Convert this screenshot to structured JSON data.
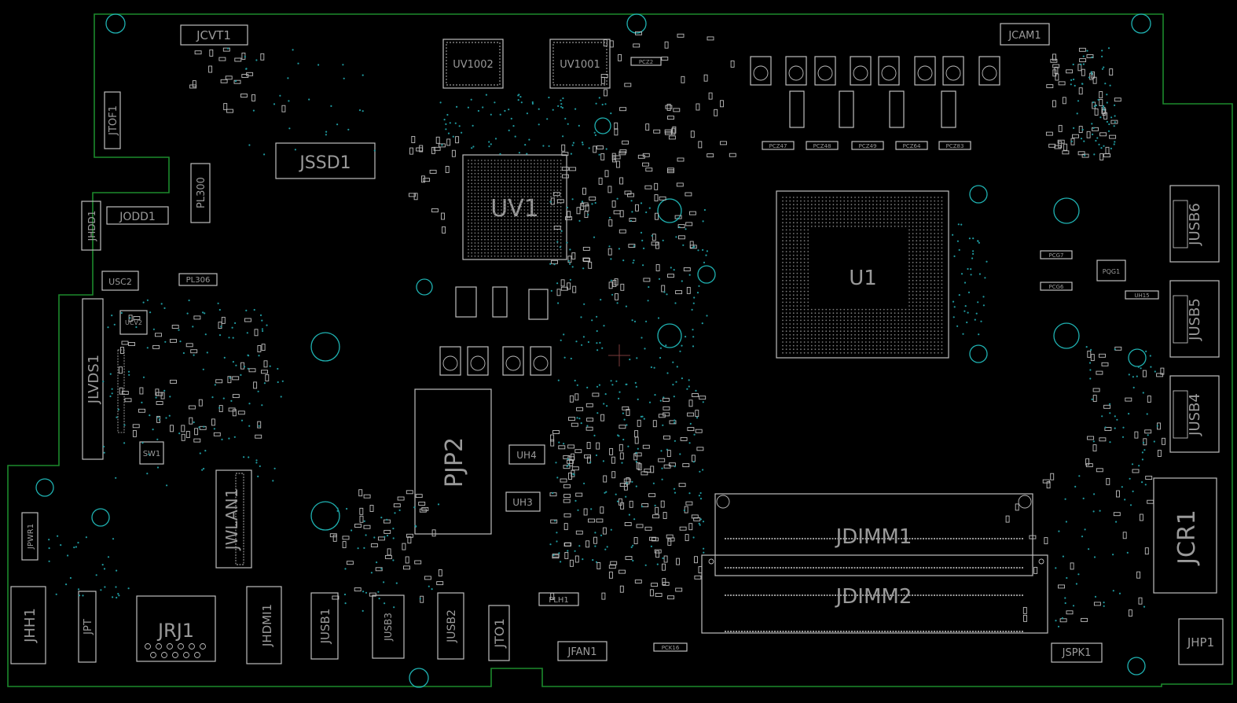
{
  "colors": {
    "background": "#000000",
    "board_outline": "#1c8a2c",
    "component": "#bdbdbd",
    "label": "#9a9a9a",
    "mounting_hole": "#1fb2b2"
  },
  "large_labels": {
    "jssd1": "JSSD1",
    "uv1": "UV1",
    "u1": "U1",
    "pjp2": "PJP2",
    "jdimm1": "JDIMM1",
    "jdimm2": "JDIMM2",
    "jrj1": "JRJ1",
    "jcr1": "JCR1",
    "jlvds1": "JLVDS1",
    "jwlan1": "JWLAN1"
  },
  "medium_labels": {
    "jcvt1": "JCVT1",
    "uv1002": "UV1002",
    "uv1001": "UV1001",
    "jcam1": "JCAM1",
    "jodd1": "JODD1",
    "jhdd1": "JHDD1",
    "jtof1": "JTOF1",
    "pl300": "PL300",
    "pl306": "PL306",
    "usc2": "USC2",
    "ucv2": "UCV2",
    "sw1": "SW1",
    "uh4": "UH4",
    "uh3": "UH3",
    "jusb6": "JUSB6",
    "jusb5": "JUSB5",
    "jusb4": "JUSB4",
    "jhp1": "JHP1",
    "jspk1": "JSPK1",
    "jfan1": "JFAN1",
    "jto1": "JTO1",
    "jhh1": "JHH1",
    "jpt": "JPT",
    "jpwr1": "JPWR1",
    "jusb1": "JUSB1",
    "jusb3": "JUSB3",
    "jusb2": "JUSB2",
    "jhdmi1": "JHDMI1",
    "pqg1": "PQG1",
    "uh15": "UH15",
    "plh1": "PLH1",
    "pck16": "PCK16",
    "pcg7": "PCG7",
    "pcg6": "PCG6",
    "pcz47": "PCZ47",
    "pcz48": "PCZ48",
    "pcz49": "PCZ49",
    "pcz64": "PCZ64",
    "pcz83": "PCZ83",
    "pcz2": "PCZ2"
  }
}
